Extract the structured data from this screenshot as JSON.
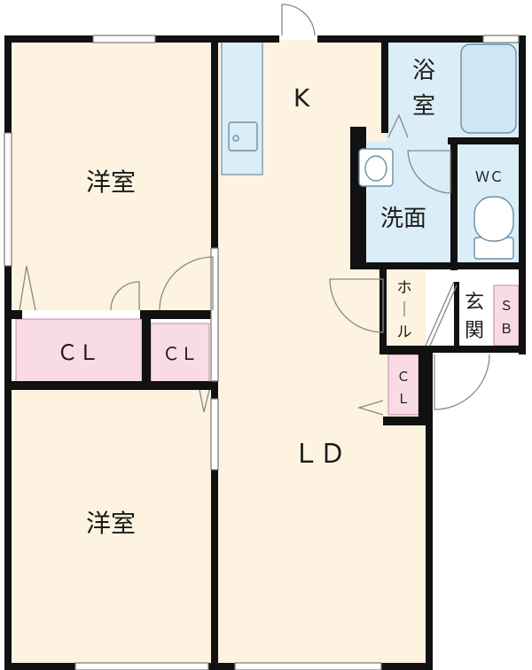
{
  "rooms": {
    "western_top": "洋室",
    "western_bottom": "洋室",
    "kitchen": "K",
    "living_dining": "ＬＤ",
    "bath": [
      "浴",
      "室"
    ],
    "washroom": "洗面",
    "wc": "ＷＣ",
    "hall": [
      "ホ",
      "｜",
      "ル"
    ],
    "entrance": [
      "玄",
      "関"
    ],
    "shoe_box": [
      "Ｓ",
      "Ｂ"
    ],
    "closet_left": "ＣＬ",
    "closet_middle": "ＣＬ",
    "closet_hall": [
      "Ｃ",
      "Ｌ"
    ]
  },
  "colors": {
    "room_fill": "#fdf3e0",
    "wet_area_fill": "#dbeef8",
    "closet_fill": "#f8dbe6",
    "wall": "#111111",
    "fixture_stroke": "#6a8fa8"
  }
}
